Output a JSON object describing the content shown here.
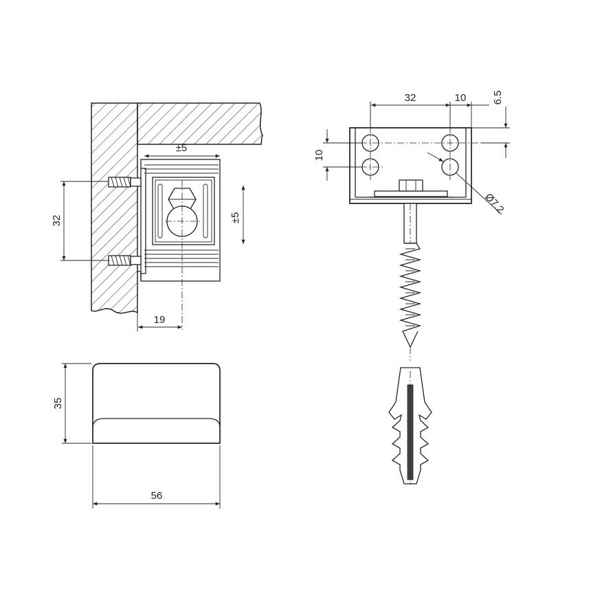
{
  "drawing": {
    "title": "",
    "colors": {
      "line": "#222222",
      "background": "#ffffff"
    },
    "side_view": {
      "adjust_horizontal": "±5",
      "adjust_vertical": "±5",
      "hole_spacing": "32",
      "wall_offset": "19"
    },
    "cap_view": {
      "height": "35",
      "width": "56"
    },
    "bracket_view": {
      "hole_spacing_horizontal": "32",
      "edge_distance": "10",
      "top_offset": "6.5",
      "hole_spacing_vertical": "10",
      "hole_diameter": "Ø7.2"
    }
  }
}
